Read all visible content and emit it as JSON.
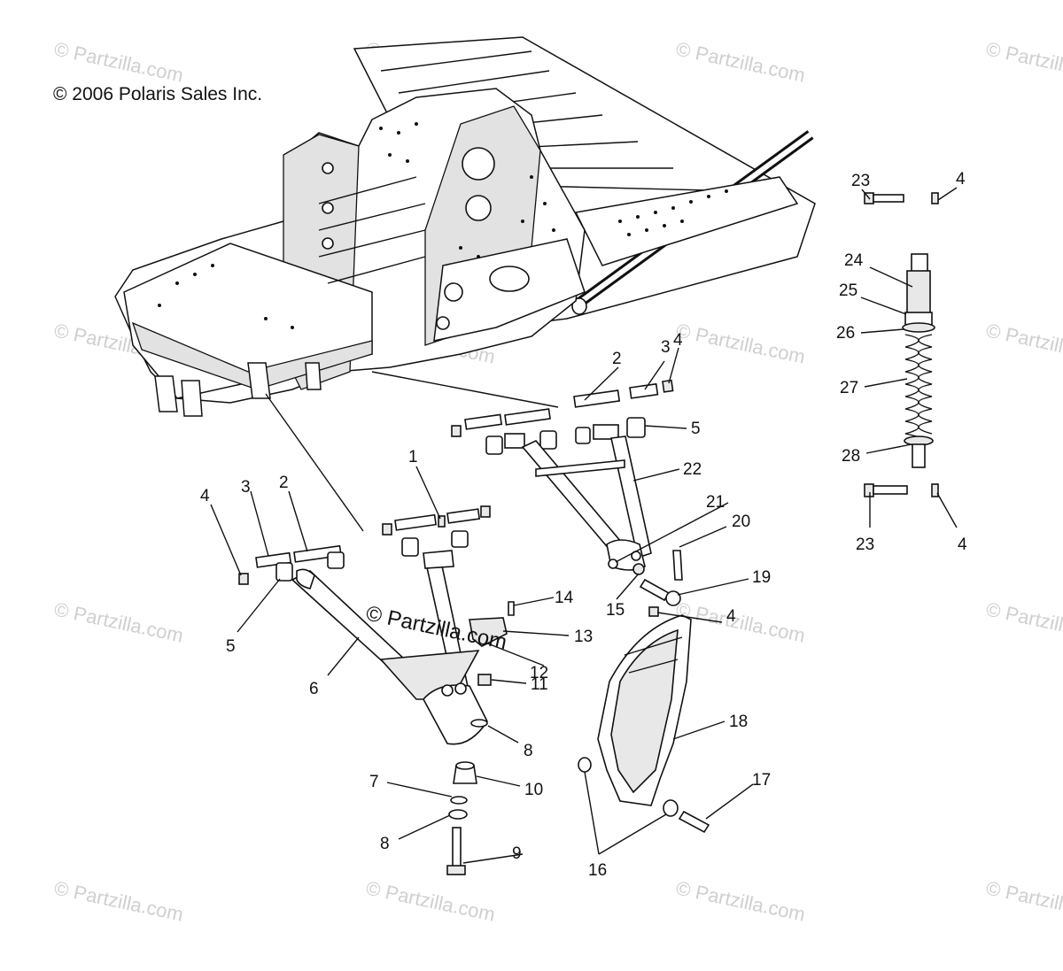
{
  "copyright": "© 2006 Polaris Sales Inc.",
  "center_watermark": "© Partzilla.com",
  "watermark_text": "© Partzilla.com",
  "callouts": [
    "23",
    "4",
    "24",
    "25",
    "26",
    "27",
    "28",
    "23",
    "4",
    "2",
    "3",
    "4",
    "5",
    "22",
    "21",
    "20",
    "19",
    "15",
    "4",
    "1",
    "4",
    "3",
    "2",
    "5",
    "6",
    "14",
    "13",
    "12",
    "11",
    "8",
    "10",
    "7",
    "8",
    "9",
    "18",
    "17",
    "16"
  ],
  "colors": {
    "ink": "#111111",
    "watermark": "#cfcfcf",
    "background": "#ffffff"
  }
}
